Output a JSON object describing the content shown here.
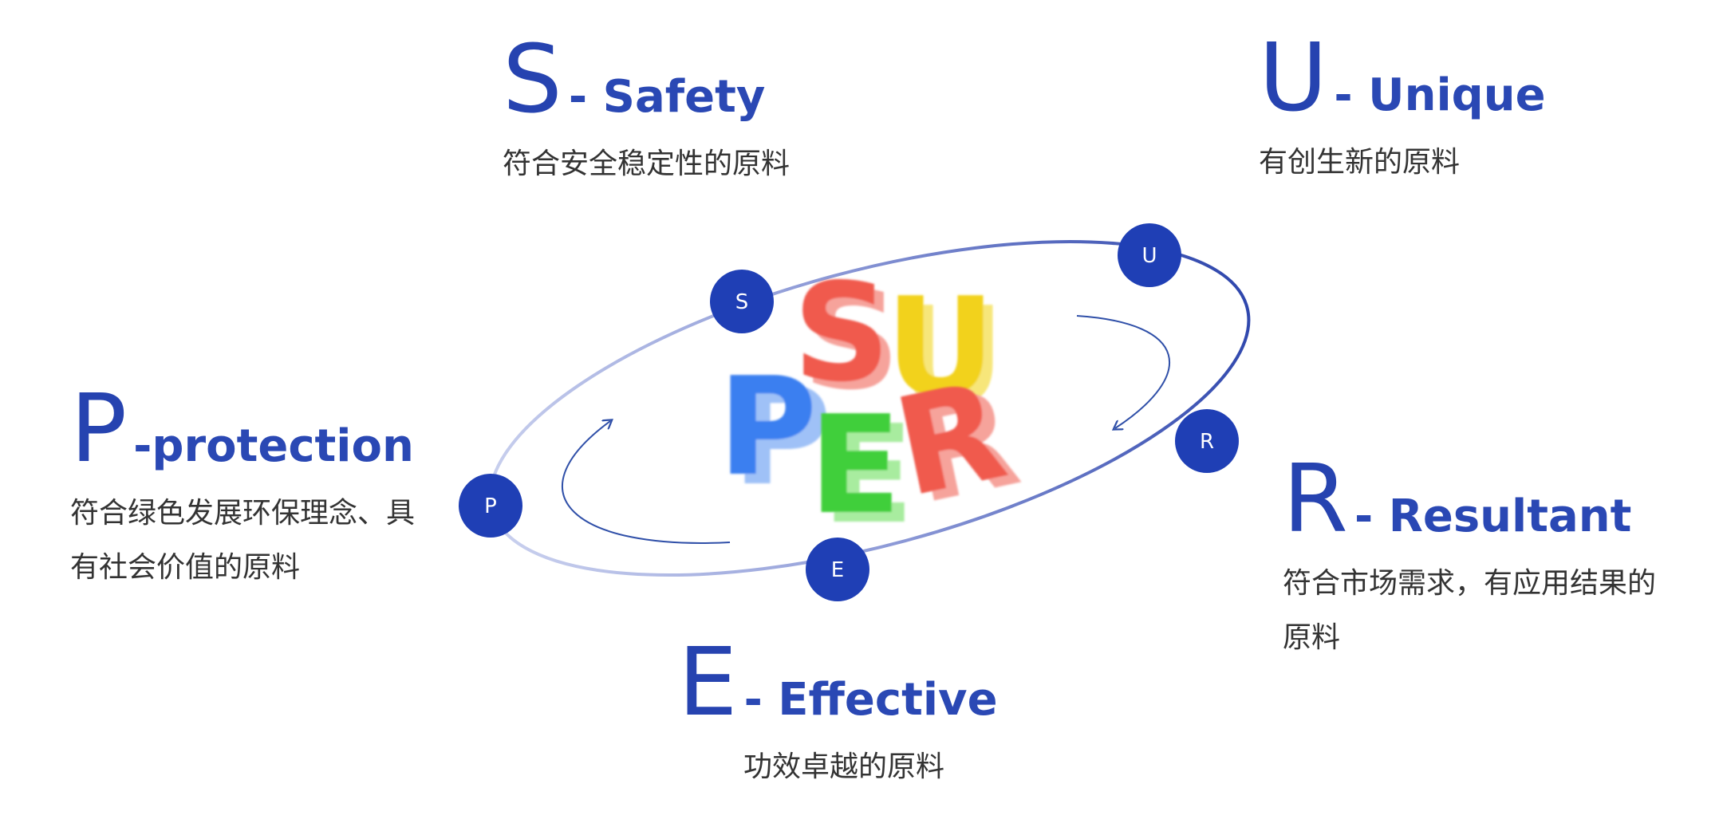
{
  "items": [
    {
      "key": "s",
      "letter": "S",
      "word": "- Safety",
      "desc": "符合安全稳定性的原料"
    },
    {
      "key": "u",
      "letter": "U",
      "word": "- Unique",
      "desc": "有创生新的原料"
    },
    {
      "key": "p",
      "letter": "P",
      "word": "-protection",
      "desc": "符合绿色发展环保理念、具有社会价值的原料"
    },
    {
      "key": "r",
      "letter": "R",
      "word": "- Resultant",
      "desc": "符合市场需求，有应用结果的原料"
    },
    {
      "key": "e",
      "letter": "E",
      "word": "- Effective",
      "desc": "功效卓越的原料"
    }
  ],
  "nodes": [
    "S",
    "U",
    "P",
    "R",
    "E"
  ],
  "logo": {
    "text": "SUPER"
  },
  "colors": {
    "primary": "#2643b0",
    "node": "#1f3fb5",
    "logo_s": "#f05a4e",
    "logo_u": "#f2d21a",
    "logo_p": "#3b7ff0",
    "logo_e": "#3fcf3a",
    "logo_r": "#f05a4e"
  }
}
